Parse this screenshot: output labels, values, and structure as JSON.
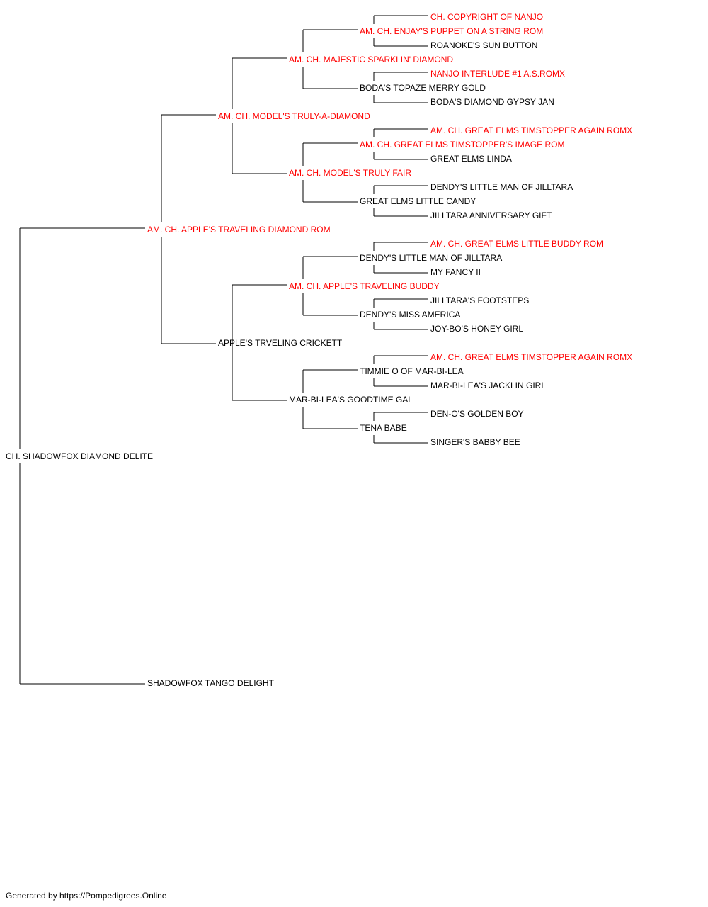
{
  "colors": {
    "champion_text": "#ff0000",
    "regular_text": "#000000",
    "connector": "#000000"
  },
  "pedigree": {
    "subject": {
      "name": "CH. SHADOWFOX DIAMOND DELITE",
      "champion": false
    },
    "sire": {
      "name": "AM. CH. APPLE'S TRAVELING DIAMOND ROM",
      "champion": true
    },
    "dam": {
      "name": "SHADOWFOX TANGO DELIGHT",
      "champion": false
    },
    "sire_sire": {
      "name": "AM. CH. MODEL'S TRULY-A-DIAMOND",
      "champion": true
    },
    "sire_dam": {
      "name": "APPLE'S TRVELING CRICKETT",
      "champion": false
    },
    "sss": {
      "name": "AM. CH. MAJESTIC SPARKLIN' DIAMOND",
      "champion": true
    },
    "ssd": {
      "name": "AM. CH. MODEL'S TRULY FAIR",
      "champion": true
    },
    "sds": {
      "name": "AM. CH. APPLE'S TRAVELING BUDDY",
      "champion": true
    },
    "sdd": {
      "name": "MAR-BI-LEA'S GOODTIME GAL",
      "champion": false
    },
    "ssss": {
      "name": "AM. CH. ENJAY'S PUPPET ON A STRING ROM",
      "champion": true
    },
    "sssd": {
      "name": "BODA'S TOPAZE MERRY GOLD",
      "champion": false
    },
    "ssds": {
      "name": "AM. CH. GREAT ELMS TIMSTOPPER'S IMAGE ROM",
      "champion": true
    },
    "ssdd": {
      "name": "GREAT ELMS LITTLE CANDY",
      "champion": false
    },
    "sdss": {
      "name": "DENDY'S LITTLE MAN OF JILLTARA",
      "champion": false
    },
    "sdsd": {
      "name": "DENDY'S MISS AMERICA",
      "champion": false
    },
    "sdds": {
      "name": "TIMMIE O OF MAR-BI-LEA",
      "champion": false
    },
    "sddd": {
      "name": "TENA BABE",
      "champion": false
    },
    "sssss": {
      "name": "CH. COPYRIGHT OF NANJO",
      "champion": true
    },
    "ssssd": {
      "name": "ROANOKE'S SUN BUTTON",
      "champion": false
    },
    "sssds": {
      "name": "NANJO INTERLUDE #1 A.S.ROMX",
      "champion": true
    },
    "sssdd": {
      "name": "BODA'S DIAMOND GYPSY JAN",
      "champion": false
    },
    "ssdss": {
      "name": "AM. CH. GREAT ELMS TIMSTOPPER AGAIN ROMX",
      "champion": true
    },
    "ssdsd": {
      "name": "GREAT ELMS LINDA",
      "champion": false
    },
    "ssdds": {
      "name": "DENDY'S LITTLE MAN OF JILLTARA",
      "champion": false
    },
    "ssddd": {
      "name": "JILLTARA ANNIVERSARY GIFT",
      "champion": false
    },
    "sdsss": {
      "name": "AM. CH. GREAT ELMS LITTLE BUDDY ROM",
      "champion": true
    },
    "sdssd": {
      "name": "MY FANCY II",
      "champion": false
    },
    "sdsds": {
      "name": "JILLTARA'S FOOTSTEPS",
      "champion": false
    },
    "sdsdd": {
      "name": "JOY-BO'S HONEY GIRL",
      "champion": false
    },
    "sddss": {
      "name": "AM. CH. GREAT ELMS TIMSTOPPER AGAIN ROMX",
      "champion": true
    },
    "sddsd": {
      "name": "MAR-BI-LEA'S JACKLIN GIRL",
      "champion": false
    },
    "sddds": {
      "name": "DEN-O'S GOLDEN BOY",
      "champion": false
    },
    "sdddd": {
      "name": "SINGER'S BABBY BEE",
      "champion": false
    }
  },
  "footer": {
    "credit": "Generated by https://Pompedigrees.Online"
  }
}
